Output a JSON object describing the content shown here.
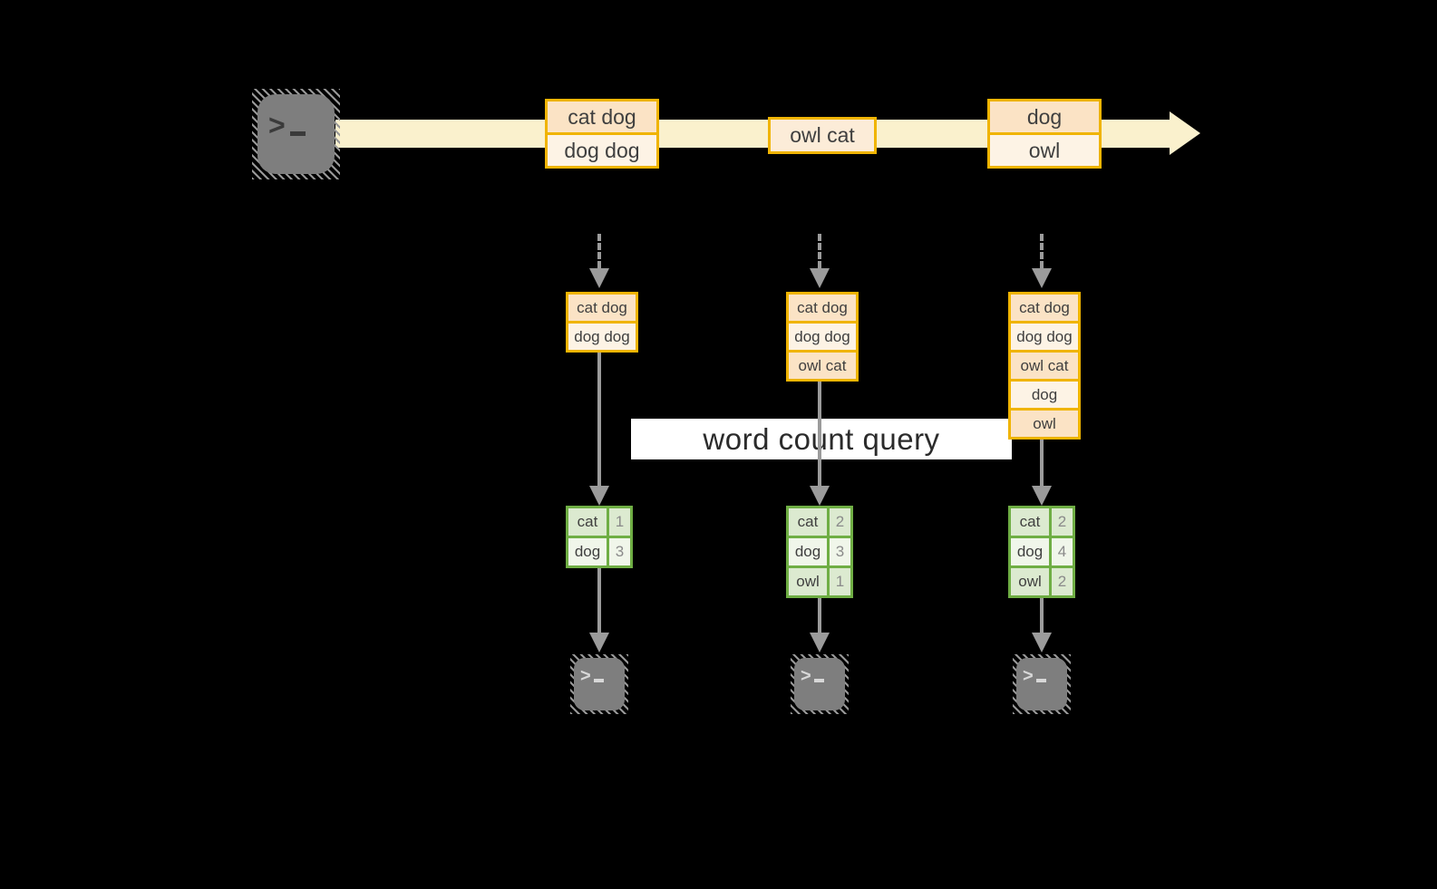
{
  "query_label": "word count query",
  "stream": {
    "source_icon": "terminal",
    "events": [
      {
        "lines": [
          "cat dog",
          "dog dog"
        ]
      },
      {
        "lines": [
          "owl cat"
        ]
      },
      {
        "lines": [
          "dog",
          "owl"
        ]
      }
    ]
  },
  "columns": [
    {
      "buffer": [
        "cat dog",
        "dog dog"
      ],
      "counts": [
        {
          "word": "cat",
          "count": "1"
        },
        {
          "word": "dog",
          "count": "3"
        }
      ]
    },
    {
      "buffer": [
        "cat dog",
        "dog dog",
        "owl cat"
      ],
      "counts": [
        {
          "word": "cat",
          "count": "2"
        },
        {
          "word": "dog",
          "count": "3"
        },
        {
          "word": "owl",
          "count": "1"
        }
      ]
    },
    {
      "buffer": [
        "cat dog",
        "dog dog",
        "owl cat",
        "dog",
        "owl"
      ],
      "counts": [
        {
          "word": "cat",
          "count": "2"
        },
        {
          "word": "dog",
          "count": "4"
        },
        {
          "word": "owl",
          "count": "2"
        }
      ]
    }
  ],
  "colors": {
    "background": "#000000",
    "stream_band": "#faf1cd",
    "box_border": "#f0b400",
    "box_fill_dark": "#fbe3c5",
    "box_fill_light": "#fdf3e5",
    "table_border": "#6fae44",
    "table_fill_dark": "#dcead0",
    "table_fill_light": "#f0f6ea",
    "arrow_gray": "#9b9b9b",
    "terminal_gray": "#7e7e7e",
    "label_bg": "#ffffff"
  }
}
